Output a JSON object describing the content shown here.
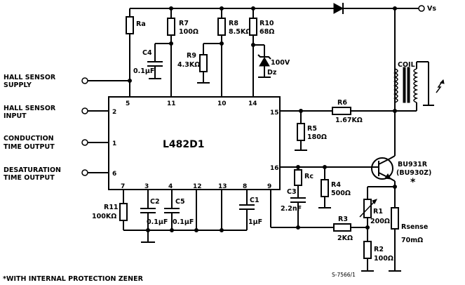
{
  "ic": {
    "name": "L482D1"
  },
  "terminals": {
    "vs": "Vs",
    "hall_supply_1": "HALL SENSOR",
    "hall_supply_2": "SUPPLY",
    "hall_input_1": "HALL SENSOR",
    "hall_input_2": "INPUT",
    "conduction_1": "CONDUCTION",
    "conduction_2": "TIME OUTPUT",
    "desat_1": "DESATURATION",
    "desat_2": "TIME OUTPUT"
  },
  "pins": {
    "p5": "5",
    "p11": "11",
    "p10": "10",
    "p14": "14",
    "p2": "2",
    "p1": "1",
    "p6": "6",
    "p15": "15",
    "p16": "16",
    "p7": "7",
    "p3": "3",
    "p4": "4",
    "p12": "12",
    "p13": "13",
    "p8": "8",
    "p9": "9"
  },
  "components": {
    "ra": "Ra",
    "r7_name": "R7",
    "r7_val": "100Ω",
    "r8_name": "R8",
    "r8_val": "8.5KΩ",
    "r10_name": "R10",
    "r10_val": "68Ω",
    "c4_name": "C4",
    "c4_val": "0.1μF",
    "r9_name": "R9",
    "r9_val": "4.3KΩ",
    "dz_name": "Dz",
    "dz_val": "100V",
    "coil": "COIL",
    "r6_name": "R6",
    "r6_val": "1.67KΩ",
    "r5_name": "R5",
    "r5_val": "180Ω",
    "rc": "Rc",
    "c3_name": "C3",
    "c3_val": "2.2nF",
    "r4_name": "R4",
    "r4_val": "500Ω",
    "q_name": "BU931R",
    "q_alt": "(BU930Z)",
    "q_mark": "*",
    "r1_name": "R1",
    "r1_val": "200Ω",
    "rsense_name": "Rsense",
    "rsense_val": "70mΩ",
    "r3_name": "R3",
    "r3_val": "2KΩ",
    "r2_name": "R2",
    "r2_val": "100Ω",
    "r11_name": "R11",
    "r11_val": "100KΩ",
    "c2_name": "C2",
    "c2_val": "0.1μF",
    "c5_name": "C5",
    "c5_val": "0.1μF",
    "c1_name": "C1",
    "c1_val": "1μF"
  },
  "footnote": "*WITH INTERNAL PROTECTION ZENER",
  "drawing_code": "S-7566/1"
}
